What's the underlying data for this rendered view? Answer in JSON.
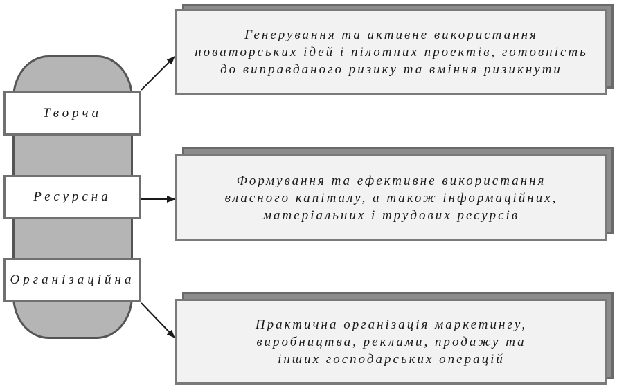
{
  "functions": [
    {
      "label": "Творча"
    },
    {
      "label": "Ресурсна"
    },
    {
      "label": "Організаційна"
    }
  ],
  "descriptions": [
    {
      "lines": [
        "Генерування та активне використання",
        "новаторських ідей і пілотних проектів, готовність",
        "до виправданого ризику та вміння ризикнути"
      ]
    },
    {
      "lines": [
        "Формування та ефективне використання",
        "власного капіталу, а також інформаційних,",
        "матеріальних і трудових ресурсів"
      ]
    },
    {
      "lines": [
        "Практична організація маркетингу,",
        "виробництва, реклами, продажу та",
        "інших господарських операцій"
      ]
    }
  ],
  "colors": {
    "capsule_fill": "#b5b5b5",
    "shadow_fill": "#8c8c8c",
    "box_fill": "#f2f2f2",
    "arrow": "#1a1a1a"
  }
}
